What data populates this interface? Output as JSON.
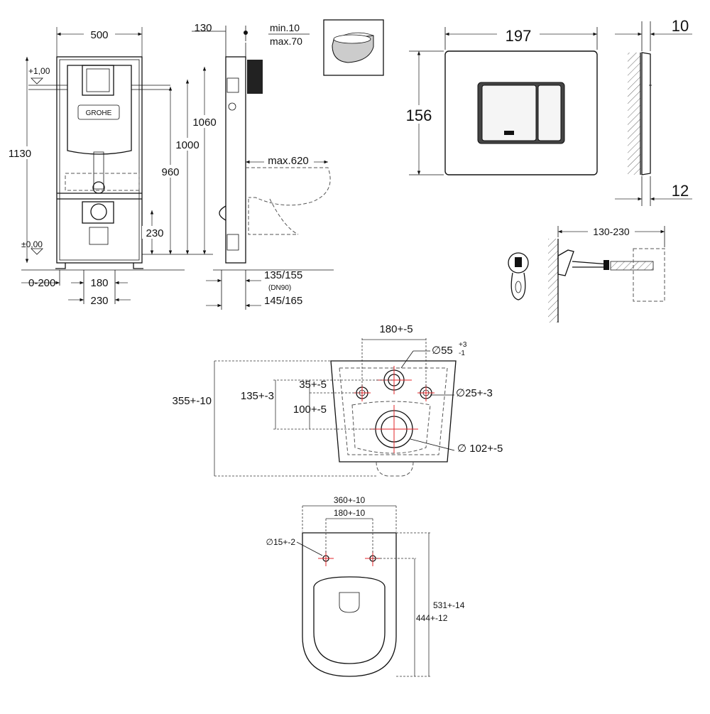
{
  "frame": {
    "top_width": "500",
    "height": "1130",
    "level_top": "+1,00",
    "level_floor": "±0,00",
    "h_1000": "1000",
    "h_960": "960",
    "h_230": "230",
    "h_1060": "1060",
    "offset": "0-200",
    "w_180": "180",
    "w_230": "230",
    "logo": "GROHE"
  },
  "side": {
    "depth_130": "130",
    "wall_min": "min.10",
    "wall_max": "max.70",
    "bowl_max": "max.620",
    "pipe_1": "135/155",
    "pipe_dn": "(DN90)",
    "pipe_2": "145/165"
  },
  "plate": {
    "width": "197",
    "height": "156",
    "depth_top": "10",
    "depth_bottom": "12"
  },
  "rod": {
    "range": "130-230"
  },
  "pan": {
    "w_180": "180+-5",
    "d_55": "∅55",
    "d_55_tol_top": "+3",
    "d_55_tol_bottom": "-1",
    "h_355": "355+-10",
    "h_135": "135+-3",
    "h_35": "35+-5",
    "h_100": "100+-5",
    "d_25": "∅25+-3",
    "d_102": "∅ 102+-5"
  },
  "seat": {
    "w_360": "360+-10",
    "w_180": "180+-10",
    "d_15": "∅15+-2",
    "l_531": "531+-14",
    "l_444": "444+-12"
  }
}
